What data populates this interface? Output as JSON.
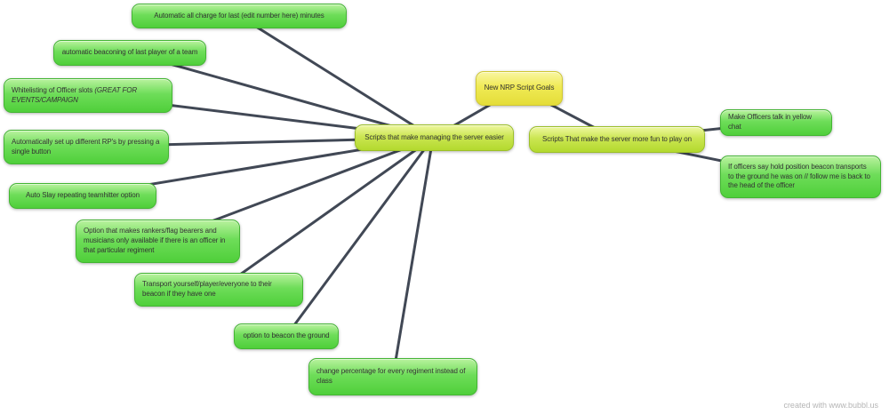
{
  "app": {
    "type": "mind-map",
    "watermark": "created with www.bubbl.us"
  },
  "colors": {
    "root_fill": "#f0ea55",
    "hub_fill": "#cbe652",
    "leaf_fill": "#6edd59",
    "connector_line": "#414855",
    "background": "#ffffff",
    "watermark_text": "#b5b5b5"
  },
  "nodes": {
    "root": {
      "label": "New NRP Script Goals"
    },
    "hub_manage": {
      "label": "Scripts that make managing the server easier"
    },
    "hub_fun": {
      "label": "Scripts That make the server more fun to play on"
    },
    "manage_leaves": [
      {
        "label": "Automatic all charge for last (edit number here) minutes"
      },
      {
        "label": "automatic beaconing of last player of a team"
      },
      {
        "label": "Whitelisting of Officer slots ",
        "label_italic": "(GREAT FOR EVENTS/CAMPAIGN"
      },
      {
        "label": "Automatically set up different RP's by pressing a single button"
      },
      {
        "label": "Auto Slay repeating teamhitter option"
      },
      {
        "label": "Option that makes rankers/flag bearers and musicians only available if there is an officer in that particular regiment"
      },
      {
        "label": "Transport yourself/player/everyone to their beacon if they have one"
      },
      {
        "label": "option to beacon the ground"
      },
      {
        "label": "change percentage for every regiment instead of class"
      }
    ],
    "fun_leaves": [
      {
        "label": "Make Officers talk in yellow chat"
      },
      {
        "label": "If officers say hold position beacon transports to the ground he was on // follow me is back to the head of the officer"
      }
    ]
  }
}
